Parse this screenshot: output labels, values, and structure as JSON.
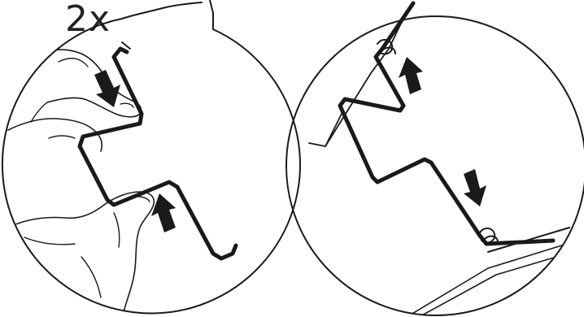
{
  "instruction": {
    "count_label": "2x"
  },
  "panels": [
    {
      "name": "left-detail",
      "arrows": [
        "down",
        "up"
      ]
    },
    {
      "name": "right-detail",
      "arrows": [
        "up",
        "down"
      ]
    }
  ]
}
